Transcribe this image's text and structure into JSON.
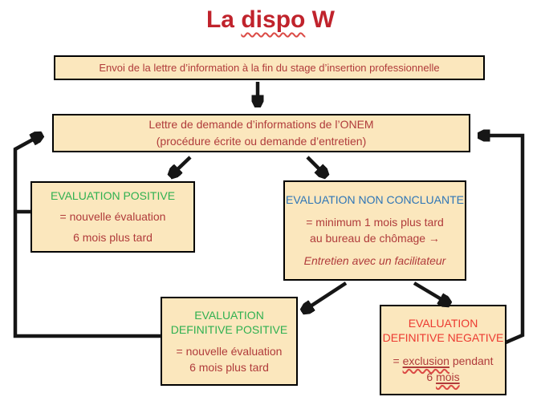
{
  "title": {
    "pre": "La ",
    "misspelled": "dispo",
    "post": " W"
  },
  "boxes": {
    "envoi": {
      "text": "Envoi de la lettre d’information à la fin du stage d’insertion professionnelle"
    },
    "lettre": {
      "line1": "Lettre de demande d’informations de l’ONEM",
      "line2": "(procédure écrite ou demande d’entretien)"
    },
    "evaluation_positive": {
      "heading": "EVALUATION POSITIVE",
      "line1": "= nouvelle évaluation",
      "line2": "6 mois plus tard"
    },
    "evaluation_non_concluante": {
      "heading": "EVALUATION NON CONCLUANTE",
      "line1": "= minimum 1 mois plus tard",
      "line2": "au bureau de chômage →",
      "line3": "Entretien avec un facilitateur"
    },
    "evaluation_definitive_positive": {
      "heading": "EVALUATION DEFINITIVE POSITIVE",
      "line1": "= nouvelle évaluation",
      "line2": "6 mois plus tard"
    },
    "evaluation_definitive_negative": {
      "heading": "EVALUATION DEFINITIVE NEGATIVE",
      "line1_pre": "= ",
      "line1_underlined": "exclusion",
      "line1_post": " pendant",
      "line2_pre": "6 ",
      "line2_underlined": "mois"
    }
  },
  "colors": {
    "box_fill": "#FBE7BD",
    "box_border": "#000000",
    "title_red": "#C0232C",
    "body_dark_red": "#B03B3B",
    "heading_green": "#2FB050",
    "heading_blue": "#2E75B6",
    "heading_bright_red": "#EC3A31",
    "arrow_black": "#161616",
    "squiggle_red": "#DB4A45"
  }
}
